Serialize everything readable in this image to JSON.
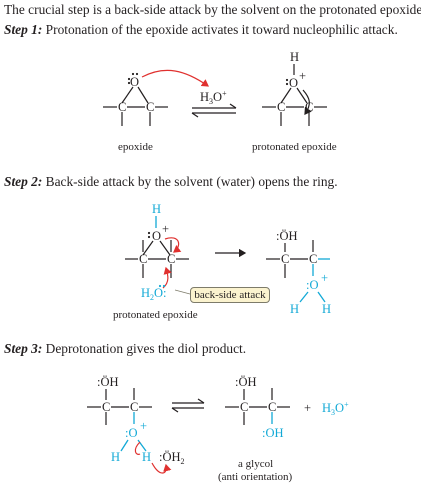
{
  "intro": "The crucial step is a back-side attack by the solvent on the protonated epoxide.",
  "steps": [
    {
      "label": "Step 1:",
      "text": " Protonation of the epoxide activates it toward nucleophilic attack."
    },
    {
      "label": "Step 2:",
      "text": " Back-side attack by the solvent (water) opens the ring."
    },
    {
      "label": "Step 3:",
      "text": " Deprotonation gives the diol product."
    }
  ],
  "captions": {
    "epoxide": "epoxide",
    "protonated_epoxide_1": "protonated epoxide",
    "protonated_epoxide_2": "protonated epoxide",
    "glycol": "a glycol",
    "anti": "(anti orientation)"
  },
  "callout": "back-side attack",
  "reagents": {
    "hydronium": "H3O+",
    "hydronium_plus": "+ H3O+",
    "water": "H2O:",
    "water_conj": ":OH2"
  },
  "colors": {
    "accent": "#12a9d6",
    "arrow": "#e0312f",
    "callout_bg": "#fbf3cf",
    "text": "#231f20"
  }
}
